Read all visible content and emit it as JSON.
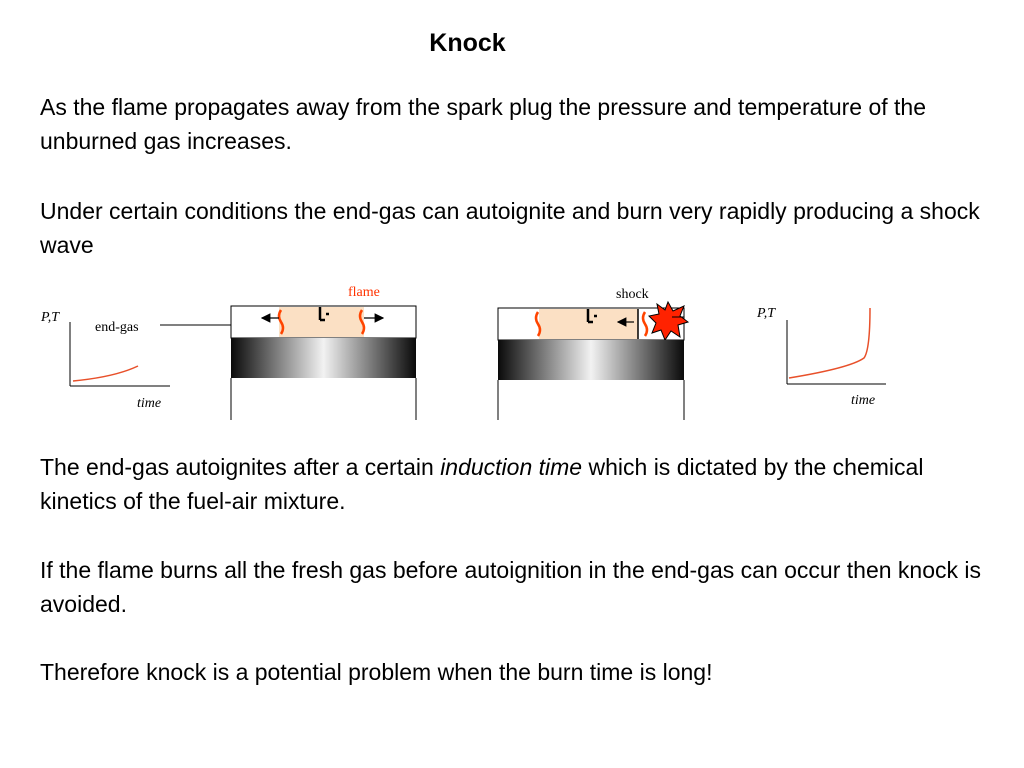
{
  "slide": {
    "title": "Knock",
    "p1": "As the flame propagates away from the spark plug the pressure and temperature of the unburned gas increases.",
    "p2": "Under certain conditions the end-gas can autoignite and burn very rapidly producing a shock wave",
    "p3_before": "The end-gas autoignites after a certain ",
    "p3_italic": "induction time",
    "p3_after": " which is dictated by the chemical kinetics of the fuel-air mixture.",
    "p4": "If the flame burns all the fresh gas before autoignition in the end-gas can occur then knock is avoided.",
    "p5": "Therefore knock is a potential problem when the burn time is long!"
  },
  "diagram": {
    "left_plot": {
      "ylabel": "P,T",
      "xlabel": "time"
    },
    "right_plot": {
      "ylabel": "P,T",
      "xlabel": "time"
    },
    "endgas_label": "end-gas",
    "flame_label": "flame",
    "shock_label": "shock",
    "colors": {
      "flame": "#ff4400",
      "curve": "#e8502a",
      "burned_gas": "#fbe0c4",
      "flame_label": "#ff3300",
      "explosion": "#ff2200"
    }
  }
}
